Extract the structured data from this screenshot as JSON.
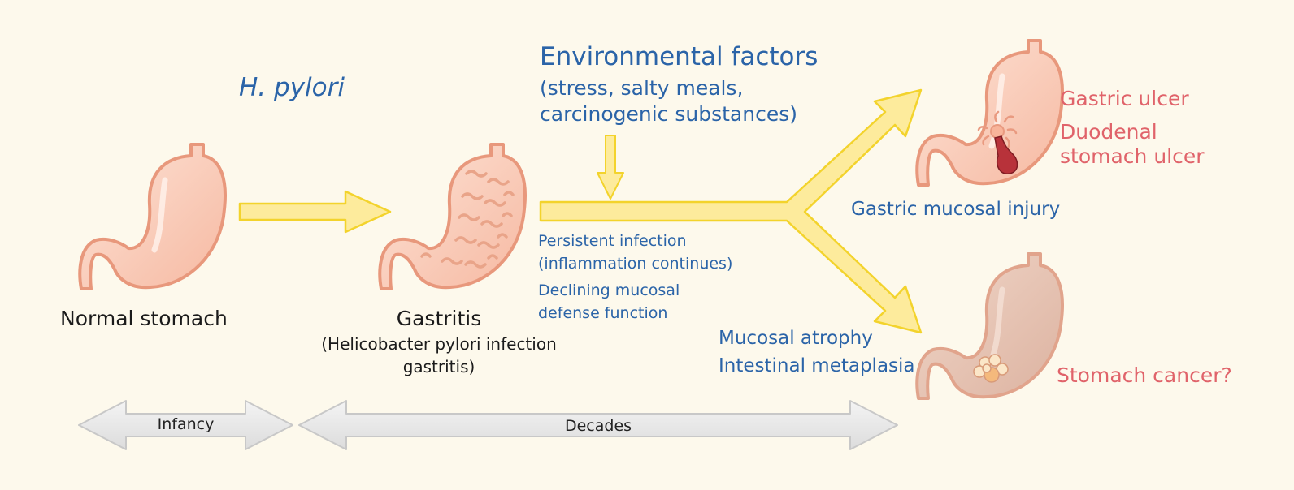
{
  "labels": {
    "h_pylori": "H. pylori",
    "env_title": "Environmental factors",
    "env_line1": "(stress, salty meals,",
    "env_line2": "carcinogenic substances)",
    "normal_stomach": "Normal stomach",
    "gastritis": "Gastritis",
    "gastritis_sub1": "(Helicobacter pylori infection",
    "gastritis_sub2": "gastritis)",
    "persistent_1": "Persistent infection",
    "persistent_2": "(inflammation continues)",
    "declining_1": "Declining mucosal",
    "declining_2": "defense function",
    "injury": "Gastric mucosal injury",
    "atrophy": "Mucosal atrophy",
    "metaplasia": "Intestinal metaplasia",
    "gastric_ulcer": "Gastric ulcer",
    "duodenal_1": "Duodenal",
    "duodenal_2": "stomach ulcer",
    "cancer": "Stomach cancer?"
  },
  "timeline": {
    "infancy": "Infancy",
    "decades": "Decades"
  },
  "colors": {
    "background": "#fdf9ec",
    "arrow_fill": "#fdeb9c",
    "arrow_stroke": "#f3d32c",
    "text_blue": "#2b64a8",
    "text_red": "#e0636a",
    "stomach_pink": "#f8c4b0",
    "stomach_outline": "#e8987c",
    "stomach_cancer": "#e6c2b0",
    "ulcer_blood": "#b8323a",
    "timeline_gray": "#e4e4e4"
  }
}
